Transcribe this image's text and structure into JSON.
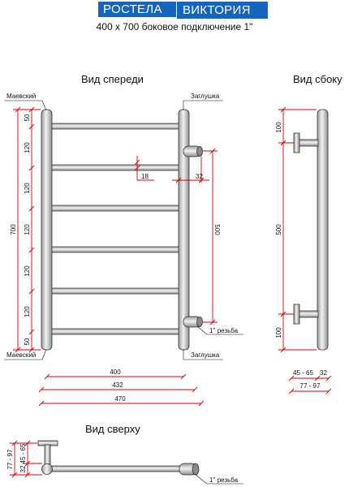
{
  "header": {
    "brand": "РОСТЕЛА",
    "model": "ВИКТОРИЯ",
    "subtitle": "400 x 700 боковое подключение 1\""
  },
  "views": {
    "front": "Вид спереди",
    "side": "Вид сбоку",
    "top": "Вид сверху"
  },
  "labels": {
    "maevsky": "Маевский",
    "plug": "Заглушка",
    "thread": "1'' резьба"
  },
  "dimensions": {
    "height_total": "700",
    "seg_50": "50",
    "seg_120": "120",
    "rung_offset": "18",
    "pipe_offset": "32",
    "inlet_spacing": "500",
    "w400": "400",
    "w432": "432",
    "w470": "470",
    "side_100": "100",
    "side_500": "500",
    "depth_range": "45 - 65",
    "depth_32": "32",
    "total_depth": "77 - 97"
  },
  "colors": {
    "brand": "#1565c0",
    "dimension": "#d40000",
    "pipe": "#c9c9c9"
  }
}
